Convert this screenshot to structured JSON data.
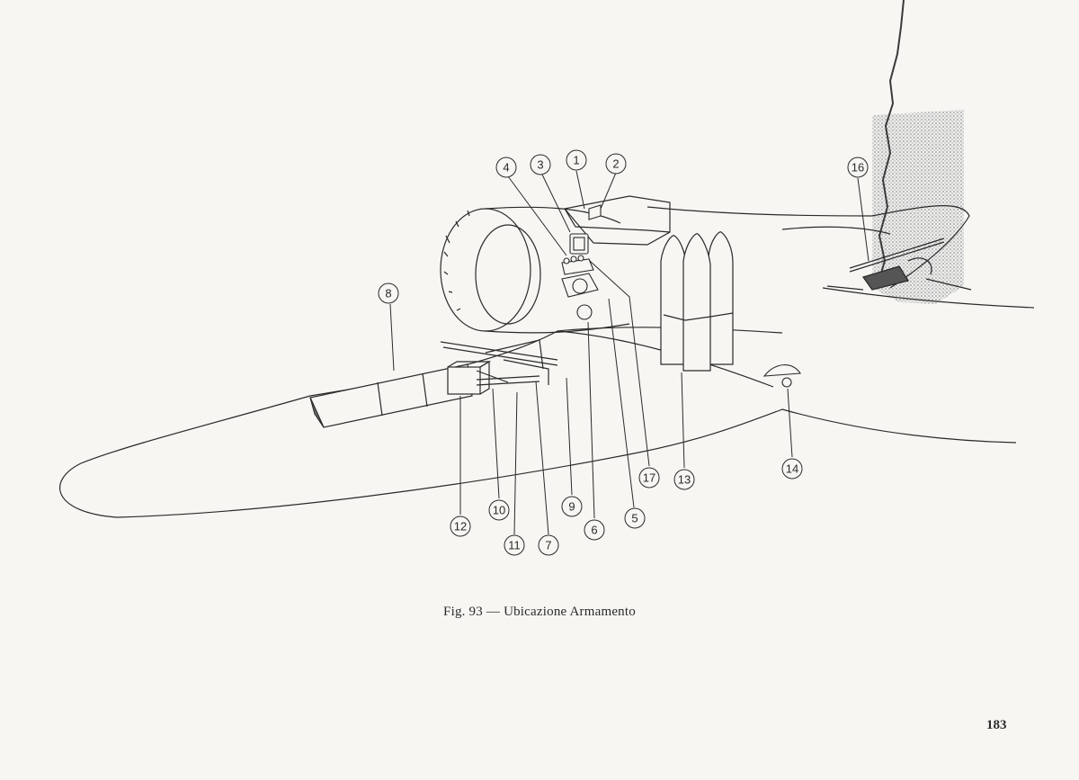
{
  "caption": {
    "fig_label": "Fig. 93",
    "separator": "—",
    "title": "Ubicazione Armamento"
  },
  "page_number": "183",
  "callouts": [
    {
      "id": "c1",
      "number": "1"
    },
    {
      "id": "c2",
      "number": "2"
    },
    {
      "id": "c3",
      "number": "3"
    },
    {
      "id": "c4",
      "number": "4"
    },
    {
      "id": "c5",
      "number": "5"
    },
    {
      "id": "c6",
      "number": "6"
    },
    {
      "id": "c7",
      "number": "7"
    },
    {
      "id": "c8",
      "number": "8"
    },
    {
      "id": "c9",
      "number": "9"
    },
    {
      "id": "c10",
      "number": "10"
    },
    {
      "id": "c11",
      "number": "11"
    },
    {
      "id": "c12",
      "number": "12"
    },
    {
      "id": "c13",
      "number": "13"
    },
    {
      "id": "c14",
      "number": "14"
    },
    {
      "id": "c16",
      "number": "16"
    },
    {
      "id": "c17",
      "number": "17"
    }
  ],
  "colors": {
    "paper": "#f7f6f2",
    "ink": "#2a2a2a"
  }
}
